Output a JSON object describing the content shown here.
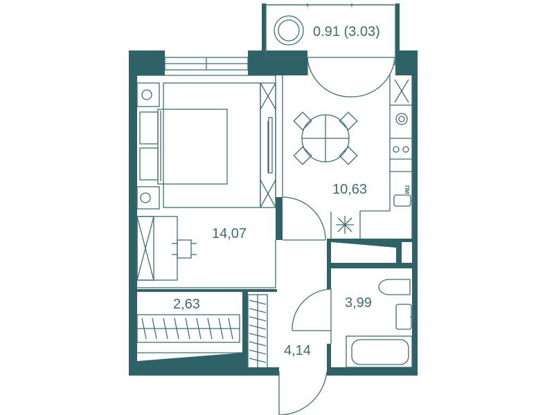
{
  "plan": {
    "colors": {
      "wall": "#2e6266",
      "line": "#3d6c70",
      "background": "#ffffff"
    },
    "rooms": [
      {
        "id": "balcony",
        "label": "0.91 (3.03)"
      },
      {
        "id": "kitchen",
        "label": "10,63"
      },
      {
        "id": "bedroom",
        "label": "14,07"
      },
      {
        "id": "closet",
        "label": "2,63"
      },
      {
        "id": "hallway",
        "label": "4,14"
      },
      {
        "id": "bathroom",
        "label": "3,99"
      }
    ],
    "appliance_label": "ПМ",
    "fixtures": [
      "bed-icon",
      "pillow-icon",
      "nightstand-icon",
      "lamp-icon",
      "desk-icon",
      "chair-icon",
      "wardrobe-icon",
      "round-table-icon",
      "dining-chair-icon",
      "stove-icon",
      "sink-icon",
      "dishwasher-icon",
      "toilet-icon",
      "bathtub-icon",
      "washbasin-icon",
      "balcony-table-icon",
      "door-swing-icon"
    ]
  }
}
